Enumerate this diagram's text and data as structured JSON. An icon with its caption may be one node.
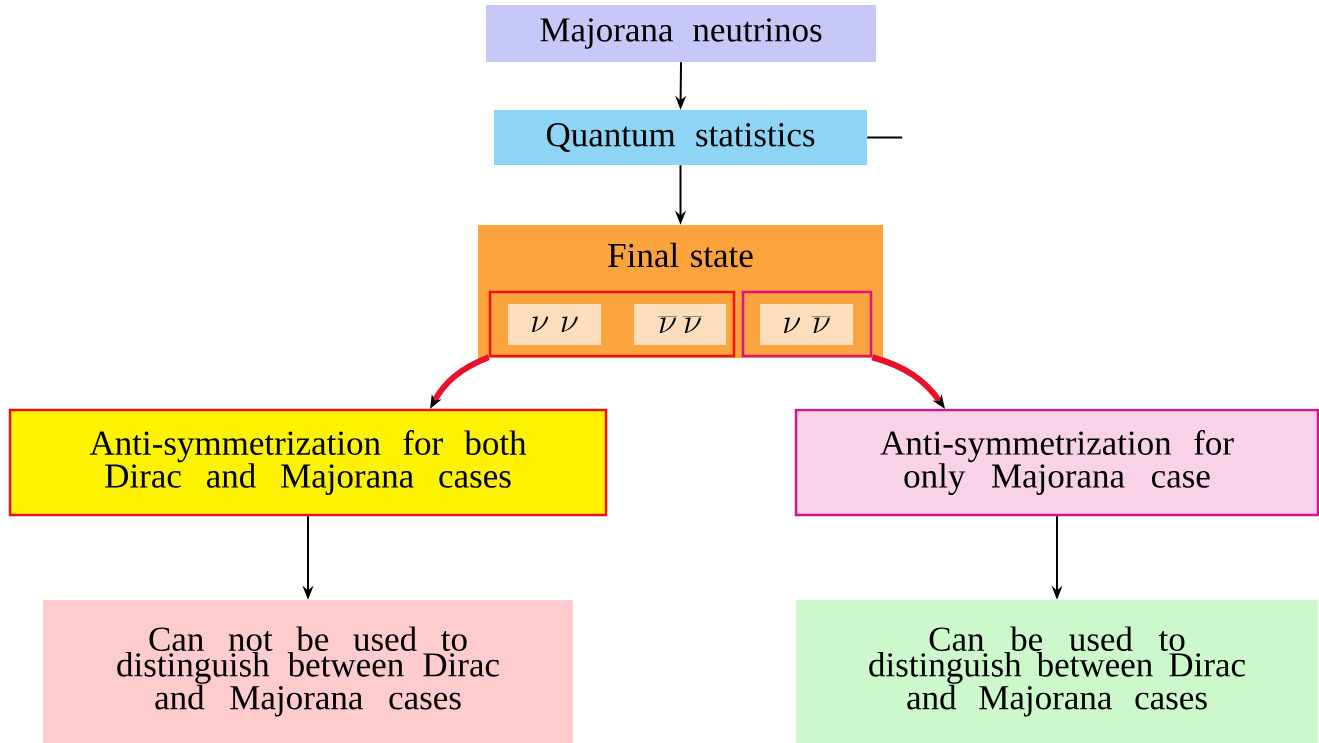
{
  "diagram": {
    "nodes": [
      {
        "text": [
          "Majorana neutrinos"
        ]
      },
      {
        "text": [
          "Quantum statistics"
        ]
      },
      {
        "text": [
          "Final state"
        ]
      },
      {
        "text": [],
        "shape": "box",
        "in": 2
      },
      {
        "text": [
          "\\nu\\ \\nu"
        ],
        "in": 3
      },
      {
        "text": [
          "\\overline{\\nu}\\,\\overline{\\nu}"
        ],
        "in": 3
      },
      {
        "text": [],
        "shape": "box",
        "in": 2
      },
      {
        "text": [
          "\\nu\\ \\overline{\\nu}"
        ],
        "in": 6
      },
      {
        "text": [
          "Anti-symmetrization for both Dirac and Majorana cases"
        ]
      },
      {
        "text": [
          "Anti-symmetrization for only Majorana case"
        ]
      },
      {
        "text": [
          "Can not be used to distinguish between Dirac and Majorana cases"
        ]
      },
      {
        "text": [
          "Can be used to distinguish between Dirac and Majorana cases"
        ]
      }
    ],
    "edges": [
      {
        "from": 0,
        "to": 1,
        "arrow": "to"
      },
      {
        "from": 1,
        "to": 2,
        "arrow": "to"
      },
      {
        "from": 1,
        "to": null,
        "arrow": "none"
      },
      {
        "from": 3,
        "to": 8,
        "arrow": "to",
        "style": "thick",
        "color": "#e8102a"
      },
      {
        "from": 6,
        "to": 9,
        "arrow": "to",
        "style": "thick",
        "color": "#e8102a"
      },
      {
        "from": 8,
        "to": 10,
        "arrow": "to"
      },
      {
        "from": 9,
        "to": 11,
        "arrow": "to"
      }
    ]
  }
}
